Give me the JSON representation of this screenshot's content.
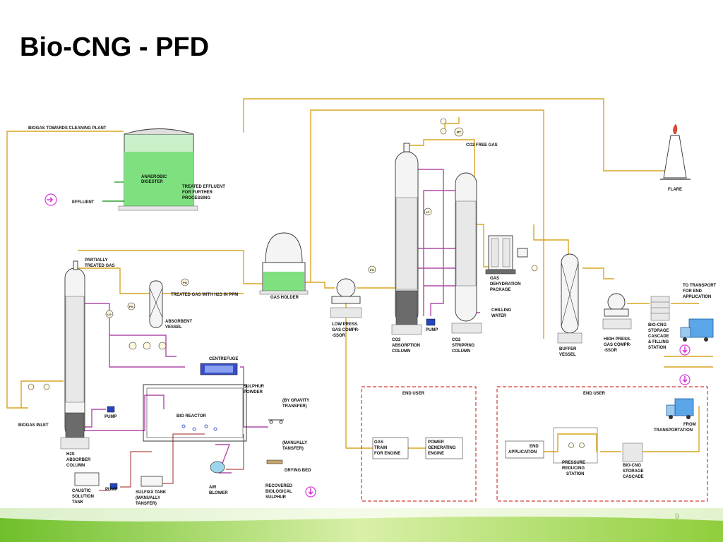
{
  "slide": {
    "title": "Bio-CNG - PFD",
    "page_number": "9"
  },
  "labels": {
    "biogas_towards": "BIOGAS TOWARDS  CLEANING PLANT",
    "anaerobic_1": "ANAEROBIC",
    "anaerobic_2": "DIGESTER",
    "treated_eff_1": "TREATED  EFFLUENT",
    "treated_eff_2": "FOR FURTHER",
    "treated_eff_3": "PROCESSING",
    "effluent": "EFFLUENT",
    "partially_1": "PARTIALLY",
    "partially_2": "TREATED GAS",
    "treated_gas": "TREATED GAS WITH H2S IN  PPM",
    "absorbent_1": "ABSORBENT",
    "absorbent_2": "VESSEL",
    "gas_holder": "GAS HOLDER",
    "lp_1": "LOW PRESS.",
    "lp_2": "GAS COMPR-",
    "lp_3": "-SSOR",
    "co2_free": "CO2 FREE GAS",
    "co2abs_1": "CO2",
    "co2abs_2": "ABSORPTION",
    "co2abs_3": "COLUMN",
    "co2str_1": "CO2",
    "co2str_2": "STRIPPING",
    "co2str_3": "COLUMN",
    "pump": "PUMP",
    "chilling_1": "CHILLING",
    "chilling_2": "WATER",
    "dehyd_1": "GAS",
    "dehyd_2": "DEHYDRATION",
    "dehyd_3": "PACKAGE",
    "flare": "FLARE",
    "buffer_1": "BUFFER",
    "buffer_2": "VESSEL",
    "hp_1": "HIGH PRESS.",
    "hp_2": "GAS COMPR-",
    "hp_3": "-SSOR",
    "storage_1": "BIO-CNG",
    "storage_2": "STORAGE",
    "storage_3": "CASCADE",
    "storage_4": "& FILLING",
    "storage_5": "STATION",
    "transport_1": "TO TRANSPORT",
    "transport_2": "FOR END",
    "transport_3": "APPLICATION",
    "centrifuge": "CENTREFUGE",
    "sulphur_1": "SULPHUR",
    "sulphur_2": "POWDER",
    "gravity_1": "(BY GRAVITY",
    "gravity_2": "TRANSFER)",
    "bio_reactor": "BIO REACTOR",
    "manual_1": "(MANUALLY",
    "manual_2": "TANSFER)",
    "drying_bed": "DRYING BED",
    "recovered_1": "RECOVERED",
    "recovered_2": "BIOLOGICAL",
    "recovered_3": "SULPHUR",
    "biogas_inlet": "BIOGAS  INLET",
    "h2s_1": "H2S",
    "h2s_2": "ABSORBER",
    "h2s_3": "COLUMN",
    "caustic_1": "CAUSTIC",
    "caustic_2": "SOLUTION",
    "caustic_3": "TANK",
    "sulfixx_1": "SULFIXX  TANK",
    "sulfixx_2": "(MANUALLY",
    "sulfixx_3": "TANSFER)",
    "air_1": "AIR",
    "air_2": "BLOWER",
    "end_user_1": "END USER",
    "gas_train_1": "GAS",
    "gas_train_2": "TRAIN",
    "gas_train_3": "FOR  ENGINE",
    "power_1": "POWER",
    "power_2": "GENERATING",
    "power_3": "ENGINE",
    "end_user_2": "END USER",
    "from_1": "FROM",
    "from_2": "TRANSPORTATION",
    "end_app_1": "END",
    "end_app_2": "APPLICATION",
    "prs_1": "PRESSURE",
    "prs_2": "REDUCING",
    "prs_3": "STATION",
    "cascade_1": "BIO-CNG",
    "cascade_2": "STORAGE",
    "cascade_3": "CASCADE",
    "inst_pg": "PG",
    "inst_pt": "PT",
    "inst_lg": "LG",
    "inst_lt": "LT"
  },
  "colors": {
    "gas_line": "#d9a521",
    "liquid_line": "#b04aa8",
    "effluent_line": "#2e9e2e",
    "end_user_box": "#d03a3a",
    "arrow_icon": "#d63bd6"
  }
}
